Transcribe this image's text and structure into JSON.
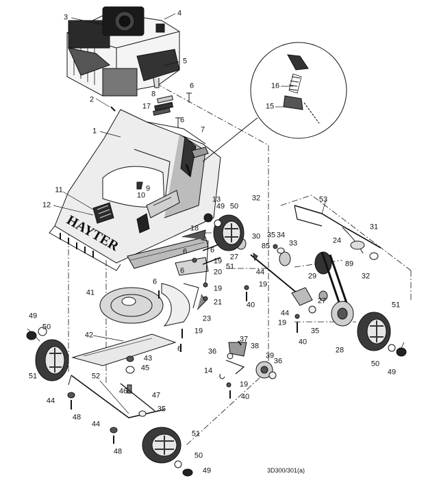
{
  "drawing_code": "3D300/301(a)",
  "brand": "HAYTER",
  "callouts": {
    "c1": "1",
    "c2": "2",
    "c3": "3",
    "c4": "4",
    "c5": "5",
    "c6a": "6",
    "c6b": "6",
    "c6c": "6",
    "c6d": "6",
    "c6e": "6",
    "c6f": "6",
    "c6g": "6",
    "c7": "7",
    "c8": "8",
    "c9": "9",
    "c10": "10",
    "c11": "11",
    "c12": "12",
    "c13": "13",
    "c14": "14",
    "c15": "15",
    "c16": "16",
    "c17": "17",
    "c18": "18",
    "c19a": "19",
    "c19b": "19",
    "c19c": "19",
    "c19d": "19",
    "c19e": "19",
    "c20": "20",
    "c21": "21",
    "c23": "23",
    "c24": "24",
    "c27a": "27",
    "c27b": "27",
    "c28": "28",
    "c29": "29",
    "c30": "30",
    "c31": "31",
    "c32a": "32",
    "c32b": "32",
    "c33": "33",
    "c34": "34",
    "c35a": "35",
    "c35b": "35",
    "c35c": "35",
    "c36a": "36",
    "c36b": "36",
    "c37": "37",
    "c38": "38",
    "c39": "39",
    "c40a": "40",
    "c40b": "40",
    "c40c": "40",
    "c41": "41",
    "c42": "42",
    "c43": "43",
    "c44a": "44",
    "c44b": "44",
    "c44c": "44",
    "c44d": "44",
    "c45": "45",
    "c46": "46",
    "c47": "47",
    "c48a": "48",
    "c48b": "48",
    "c49a": "49",
    "c49b": "49",
    "c49c": "49",
    "c49d": "49",
    "c50a": "50",
    "c50b": "50",
    "c50c": "50",
    "c50d": "50",
    "c51a": "51",
    "c51b": "51",
    "c51c": "51",
    "c51d": "51",
    "c52": "52",
    "c53": "53",
    "c85": "85",
    "c89": "89"
  }
}
